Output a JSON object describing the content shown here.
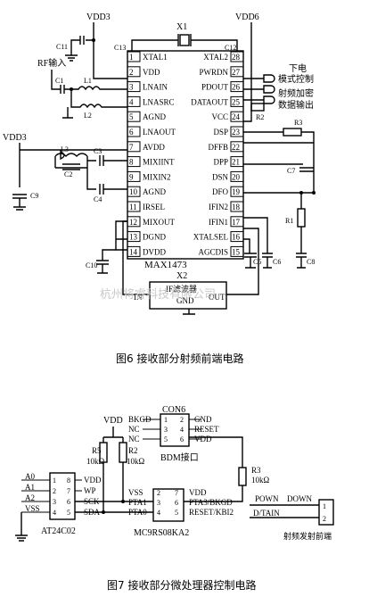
{
  "fig6": {
    "caption": "图6 接收部分射频前端电路",
    "chip_name": "MAX1473",
    "x1": "X1",
    "x2": "X2",
    "if_filter": "IF滤波器",
    "if_in": "IN",
    "if_gnd": "GND",
    "if_out": "OUT",
    "vdd3": "VDD3",
    "vdd6": "VDD6",
    "vdd3_b": "VDD3",
    "rf_in": "RF输入",
    "note_pd_1": "下电",
    "note_pd_2": "模式控制",
    "note_dout_1": "射频加密",
    "note_dout_2": "数据输出",
    "watermark": "杭州将睿科技有限公司",
    "left_pins": [
      {
        "num": "1",
        "name": "XTAL1"
      },
      {
        "num": "2",
        "name": "VDD"
      },
      {
        "num": "3",
        "name": "LNAIN"
      },
      {
        "num": "4",
        "name": "LNASRC"
      },
      {
        "num": "5",
        "name": "AGND"
      },
      {
        "num": "6",
        "name": "LNAOUT"
      },
      {
        "num": "7",
        "name": "AVDD"
      },
      {
        "num": "8",
        "name": "MIXIINT"
      },
      {
        "num": "9",
        "name": "MIXIN2"
      },
      {
        "num": "10",
        "name": "AGND"
      },
      {
        "num": "11",
        "name": "IRSEL"
      },
      {
        "num": "12",
        "name": "MIXOUT"
      },
      {
        "num": "13",
        "name": "DGND"
      },
      {
        "num": "14",
        "name": "DVDD"
      }
    ],
    "right_pins": [
      {
        "num": "28",
        "name": "XTAL2"
      },
      {
        "num": "27",
        "name": "PWRDN"
      },
      {
        "num": "26",
        "name": "PDOUT"
      },
      {
        "num": "25",
        "name": "DATAOUT"
      },
      {
        "num": "24",
        "name": "VCC"
      },
      {
        "num": "23",
        "name": "DSP"
      },
      {
        "num": "22",
        "name": "DFFB"
      },
      {
        "num": "21",
        "name": "DPP"
      },
      {
        "num": "20",
        "name": "DSN"
      },
      {
        "num": "19",
        "name": "DFO"
      },
      {
        "num": "18",
        "name": "IFIN2"
      },
      {
        "num": "17",
        "name": "IFIN1"
      },
      {
        "num": "16",
        "name": "XTALSEL"
      },
      {
        "num": "15",
        "name": "AGCDIS"
      }
    ],
    "parts": {
      "c13": "C13",
      "c12": "C12",
      "c11": "C11",
      "c1": "C1",
      "l1": "L1",
      "l2": "L2",
      "l3": "L3",
      "c2": "C2",
      "c3": "C3",
      "c4": "C4",
      "c9": "C9",
      "c10": "C10",
      "r2": "R2",
      "r3": "R3",
      "c7": "C7",
      "r1": "R1",
      "c5": "C5",
      "c6": "C6",
      "c8": "C8"
    }
  },
  "fig7": {
    "caption": "图7 接收部分微处理器控制电路",
    "con6": "CON6",
    "con_left": [
      "BKGD",
      "NC",
      "NC"
    ],
    "con_nums_left": [
      "1",
      "3",
      "5"
    ],
    "con_nums_right": [
      "2",
      "4",
      "6"
    ],
    "con_right": [
      "GND",
      "RESET",
      "VDD"
    ],
    "bdm_label": "BDM接口",
    "vdd_label": "VDD",
    "r5": "R5",
    "r5_val": "10kΩ",
    "r2": "R2",
    "r2_val": "10kΩ",
    "r3": "R3",
    "r3_val": "10kΩ",
    "eeprom_name": "AT24C02",
    "eeprom_left": [
      "A0",
      "A1",
      "A2",
      "VSS"
    ],
    "eeprom_nums_left": [
      "1",
      "2",
      "3",
      "4"
    ],
    "eeprom_nums_right": [
      "8",
      "7",
      "6",
      "5"
    ],
    "eeprom_right": [
      "VDD",
      "WP",
      "SCK",
      "SDA"
    ],
    "mcu_name": "MC9RS08KA2",
    "mcu_left": [
      "VSS",
      "PTA1",
      "PTA0"
    ],
    "mcu_nums_left": [
      "2",
      "3",
      "4"
    ],
    "mcu_nums_right": [
      "7",
      "6",
      "5"
    ],
    "mcu_right": [
      "VDD",
      "PTA3/BKGD",
      "RESET/KBI2"
    ],
    "conn_labels": [
      "POWN",
      "DOWN",
      "D/TAIN"
    ],
    "conn_nums": [
      "1",
      "2"
    ],
    "rf_front": "射频发射前端"
  }
}
